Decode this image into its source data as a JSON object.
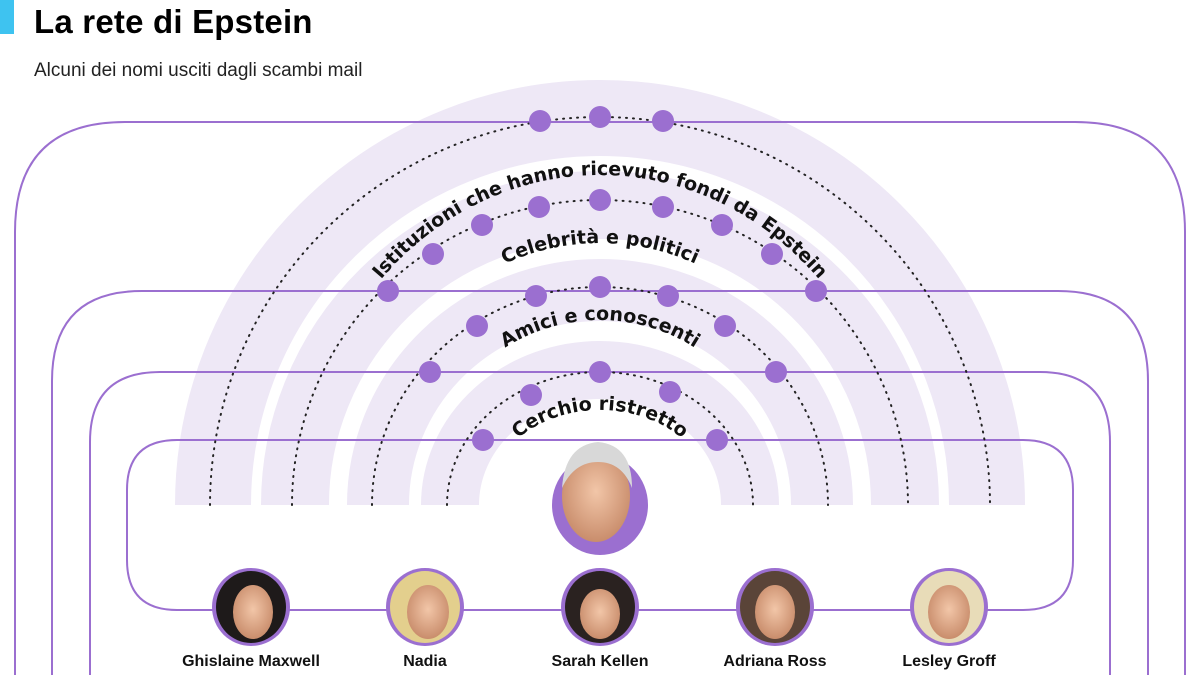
{
  "header": {
    "title": "La rete di Epstein",
    "subtitle": "Alcuni dei nomi usciti dagli scambi mail"
  },
  "rings": [
    {
      "label": "Istituzioni che hanno ricevuto fondi da Epstein",
      "dots": 3
    },
    {
      "label": "Celebrità e politici",
      "dots": 9
    },
    {
      "label": "Amici e conoscenti",
      "dots": 7
    },
    {
      "label": "Cerchio ristretto",
      "dots": 5
    }
  ],
  "people": [
    {
      "name": "Ghislaine Maxwell"
    },
    {
      "name": "Nadia"
    },
    {
      "name": "Sarah Kellen"
    },
    {
      "name": "Adriana Ross"
    },
    {
      "name": "Lesley Groff"
    }
  ],
  "colors": {
    "accent": "#3ec3f0",
    "purple": "#9b6fd0",
    "band": "#eee8f6"
  }
}
